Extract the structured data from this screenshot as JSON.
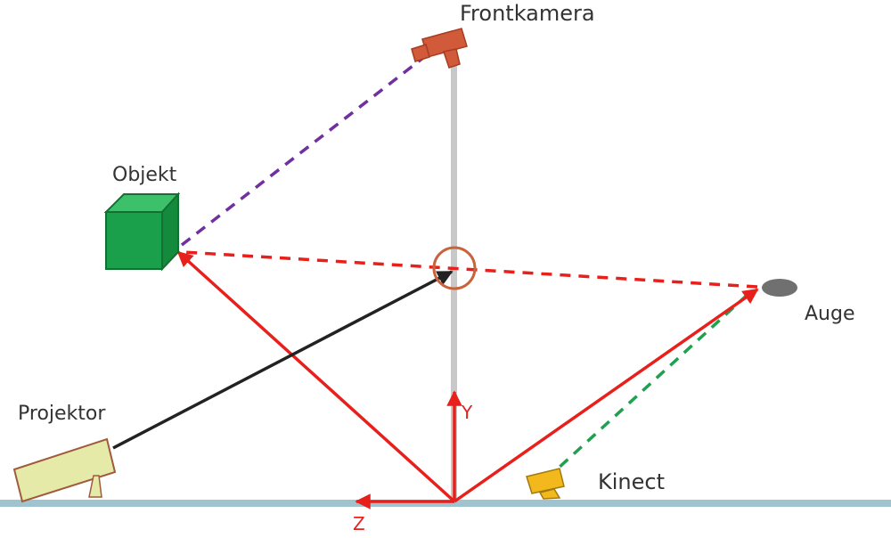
{
  "labels": {
    "frontkamera": "Frontkamera",
    "objekt": "Objekt",
    "auge": "Auge",
    "projektor": "Projektor",
    "kinect": "Kinect",
    "axis_y": "Y",
    "axis_z": "Z"
  },
  "colors": {
    "ground": "#9fc4cf",
    "pole": "#c8c8c8",
    "red": "#e8201c",
    "black": "#222222",
    "purple": "#7030a0",
    "green": "#20a050",
    "cube": "#1aa04a",
    "camera": "#d05a3a",
    "projector": "#e6eaa8",
    "kinect": "#f2b81c",
    "eye": "#707070",
    "focus_circle": "#c8643c"
  }
}
